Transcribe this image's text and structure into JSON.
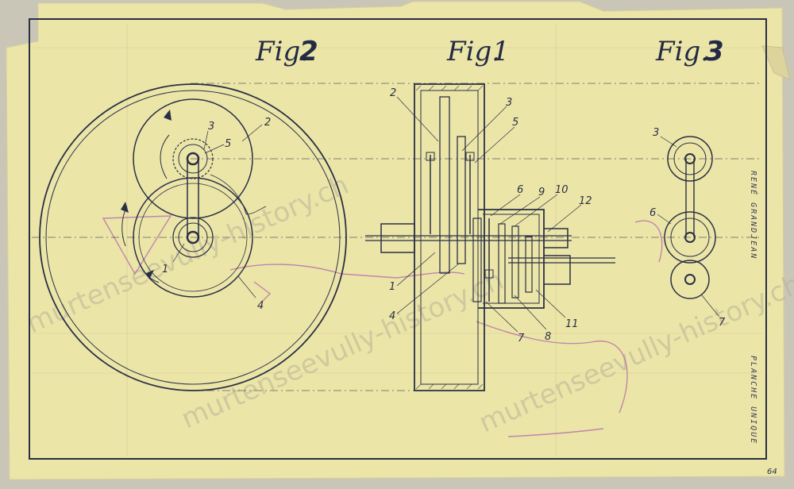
{
  "figures": {
    "fig2": {
      "label": "Fig.",
      "number": "2"
    },
    "fig1": {
      "label": "Fig.",
      "number": "1"
    },
    "fig3": {
      "label": "Fig.",
      "number": "3"
    }
  },
  "callouts": {
    "fig2": [
      "3",
      "2",
      "5",
      "1",
      "4"
    ],
    "fig1": [
      "2",
      "3",
      "5",
      "6",
      "9",
      "10",
      "12",
      "1",
      "4",
      "7",
      "8",
      "11"
    ],
    "fig3": [
      "3",
      "6",
      "7"
    ]
  },
  "side_text": {
    "author": "RENÉ GRANDJEAN",
    "sheet": "PLANCHE UNIQUE"
  },
  "corner_mark": "64",
  "watermark": "murtenseevully-history.ch",
  "colors": {
    "paper": "#ece5a8",
    "ink": "#2a2f45",
    "pencil": "#b46fa8",
    "background": "#c9c6b8"
  }
}
